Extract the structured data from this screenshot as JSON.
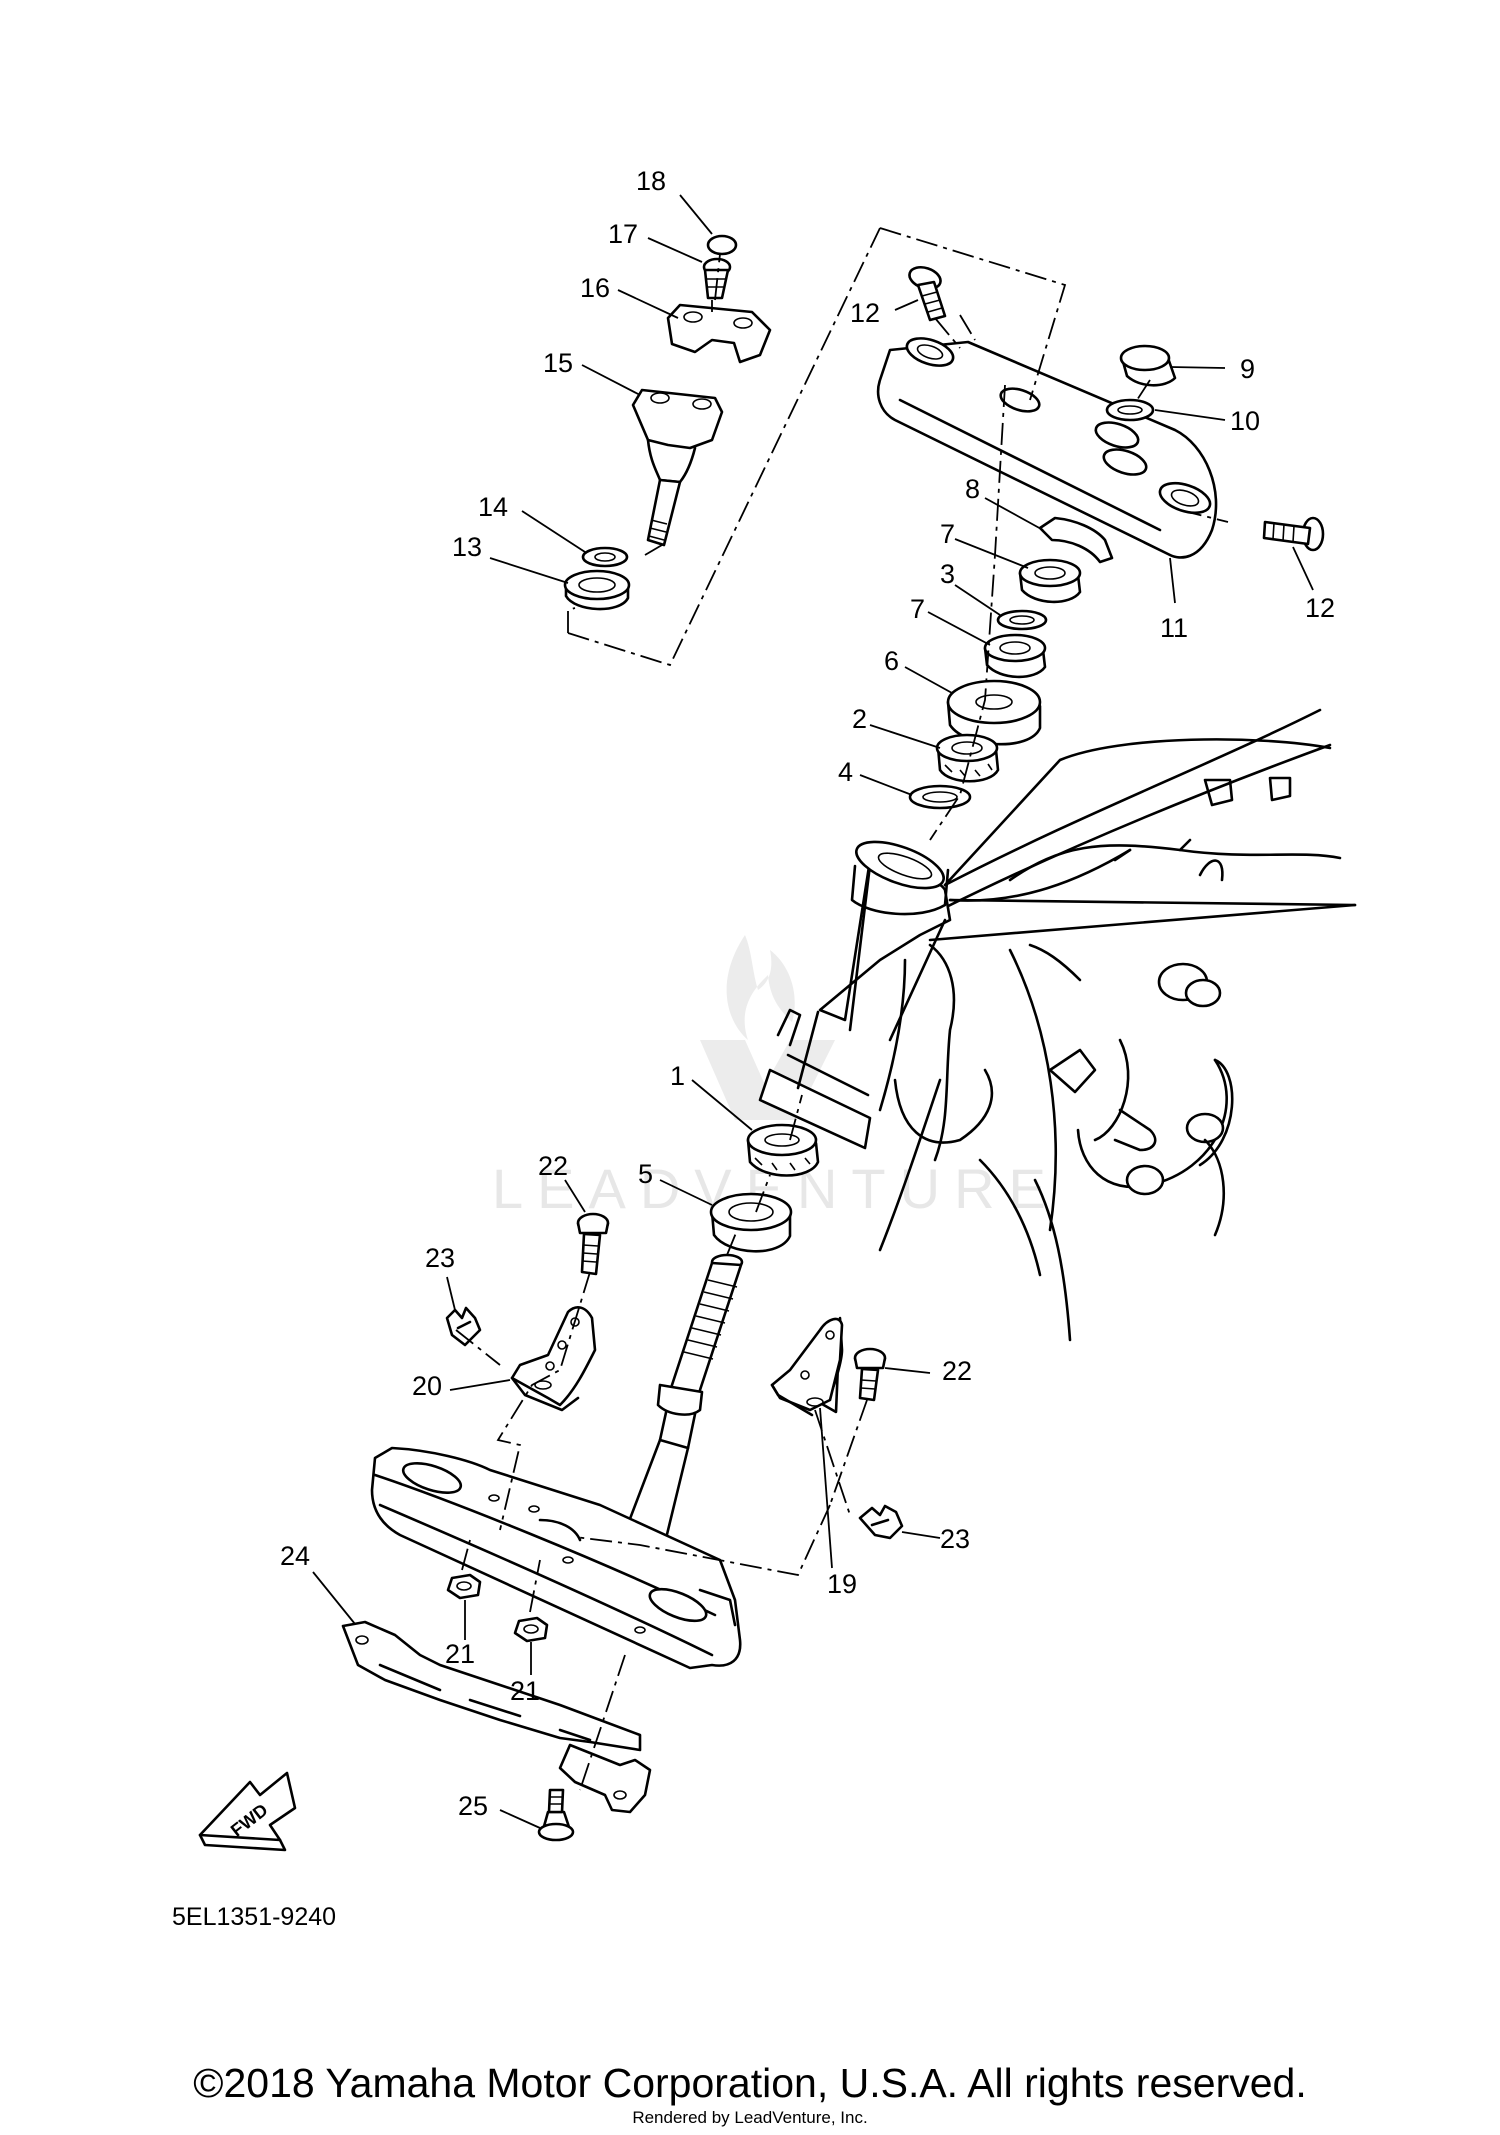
{
  "diagram": {
    "code": "5EL1351-9240",
    "fwd_label": "FWD",
    "watermark_text": "LEADVENTURE",
    "callouts": [
      "18",
      "17",
      "16",
      "15",
      "14",
      "13",
      "12",
      "12",
      "9",
      "10",
      "11",
      "8",
      "7",
      "3",
      "7",
      "6",
      "2",
      "4",
      "1",
      "5",
      "22",
      "23",
      "20",
      "22",
      "19",
      "23",
      "24",
      "21",
      "21",
      "25"
    ]
  },
  "footer": {
    "copyright": "©2018 Yamaha Motor Corporation, U.S.A. All rights reserved.",
    "rendered_by": "Rendered by LeadVenture, Inc."
  },
  "colors": {
    "line": "#000000",
    "background": "#ffffff",
    "watermark": "#e7e7e7"
  }
}
